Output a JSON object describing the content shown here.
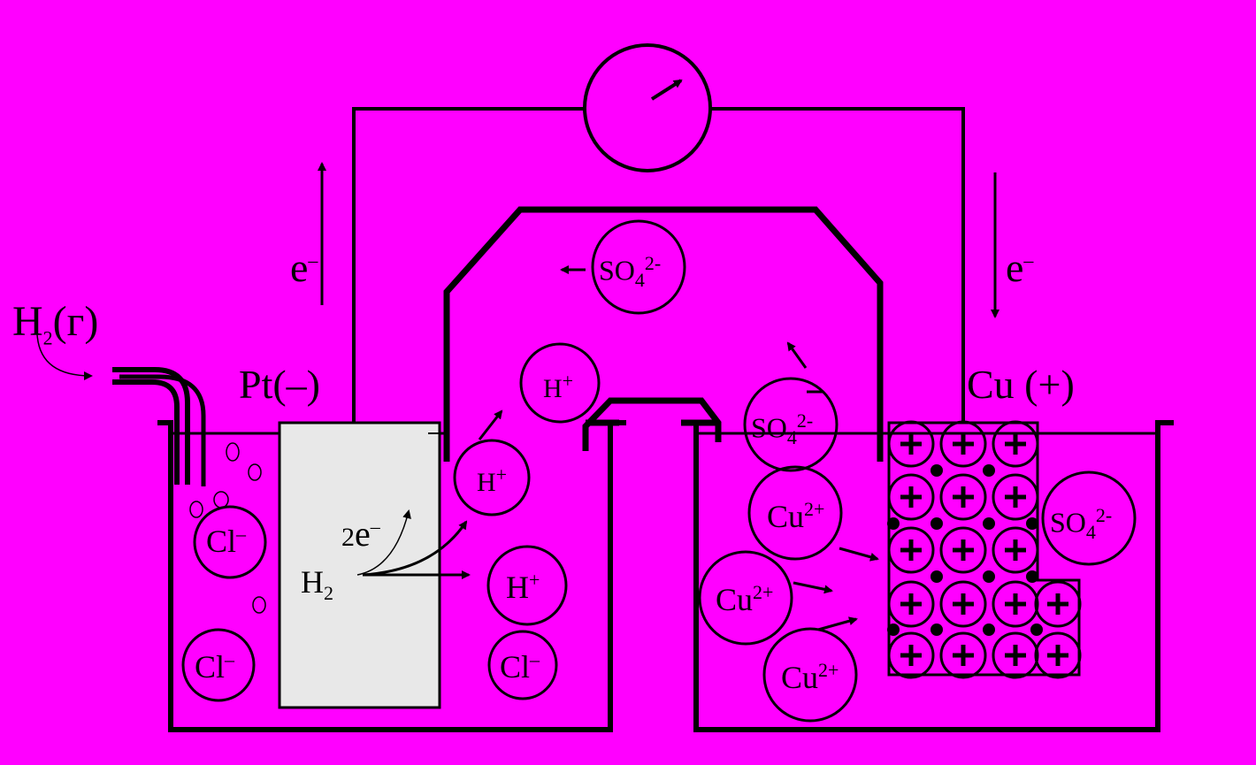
{
  "colors": {
    "background": "#FF00FF",
    "stroke": "#000000",
    "electrode_pt": "#E8E8E8"
  },
  "labels": {
    "h2_gas": {
      "main": "H",
      "sub": "2",
      "tail": "(г)"
    },
    "pt_electrode": "Pt(–)",
    "cu_electrode": "Cu (+)",
    "electron_left": {
      "main": "e",
      "sup": "–"
    },
    "electron_right": {
      "main": "e",
      "sup": "–"
    },
    "two_e": {
      "pre": "2",
      "main": "e",
      "sup": "–"
    },
    "h2_molecule": {
      "main": "H",
      "sub": "2"
    }
  },
  "ions": {
    "cl": {
      "main": "Cl",
      "sup": "–"
    },
    "h": {
      "main": "H",
      "sup": "+"
    },
    "cu": {
      "main": "Cu",
      "sup": "2+"
    },
    "so4": {
      "main": "SO",
      "sub": "4",
      "sup": "2-"
    }
  },
  "icons": [
    "galvanometer-icon",
    "arrow-icon",
    "bubble-icon",
    "cation-plus-icon"
  ]
}
